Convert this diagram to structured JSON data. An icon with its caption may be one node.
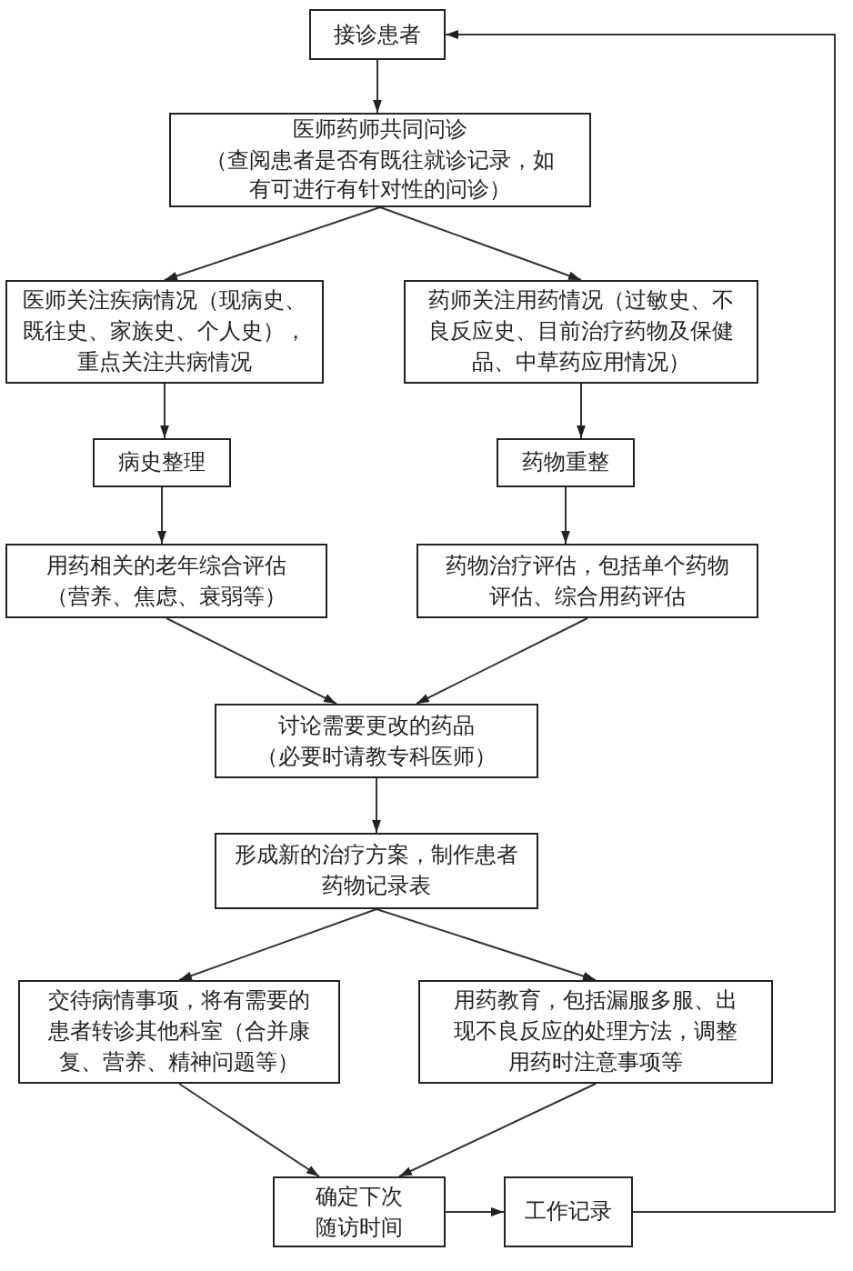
{
  "diagram": {
    "nodes": [
      {
        "text": [
          "接诊患者"
        ]
      },
      {
        "text": [
          "医师药师共同问诊",
          "（查阅患者是否有既往就诊记录，如有可进行有针对性的问诊）"
        ]
      },
      {
        "text": [
          "医师关注疾病情况（现病史、既往史、家族史、个人史），重点关注共病情况"
        ]
      },
      {
        "text": [
          "药师关注用药情况（过敏史、不良反应史、目前治疗药物及保健品、中草药应用情况）"
        ]
      },
      {
        "text": [
          "病史整理"
        ]
      },
      {
        "text": [
          "药物重整"
        ]
      },
      {
        "text": [
          "用药相关的老年综合评估",
          "（营养、焦虑、衰弱等）"
        ]
      },
      {
        "text": [
          "药物治疗评估，包括单个药物评估、综合用药评估"
        ]
      },
      {
        "text": [
          "讨论需要更改的药品",
          "（必要时请教专科医师）"
        ]
      },
      {
        "text": [
          "形成新的治疗方案，制作患者药物记录表"
        ]
      },
      {
        "text": [
          "交待病情事项，将有需要的患者转诊其他科室（合并康复、营养、精神问题等）"
        ]
      },
      {
        "text": [
          "用药教育，包括漏服多服、出现不良反应的处理方法，调整用药时注意事项等"
        ]
      },
      {
        "text": [
          "确定下次随访时间"
        ]
      },
      {
        "text": [
          "工作记录"
        ]
      }
    ],
    "edges": [
      {
        "from": 0,
        "to": 1,
        "arrow": "to"
      },
      {
        "from": 1,
        "to": 2,
        "arrow": "to"
      },
      {
        "from": 1,
        "to": 3,
        "arrow": "to"
      },
      {
        "from": 2,
        "to": 4,
        "arrow": "to"
      },
      {
        "from": 3,
        "to": 5,
        "arrow": "to"
      },
      {
        "from": 4,
        "to": 6,
        "arrow": "to"
      },
      {
        "from": 5,
        "to": 7,
        "arrow": "to"
      },
      {
        "from": 6,
        "to": 8,
        "arrow": "to"
      },
      {
        "from": 7,
        "to": 8,
        "arrow": "to"
      },
      {
        "from": 8,
        "to": 9,
        "arrow": "to"
      },
      {
        "from": 9,
        "to": 10,
        "arrow": "to"
      },
      {
        "from": 9,
        "to": 11,
        "arrow": "to"
      },
      {
        "from": 10,
        "to": 12,
        "arrow": "to"
      },
      {
        "from": 11,
        "to": 12,
        "arrow": "to"
      },
      {
        "from": 12,
        "to": 13,
        "arrow": "to"
      },
      {
        "from": 13,
        "to": 0,
        "arrow": "to"
      }
    ]
  }
}
